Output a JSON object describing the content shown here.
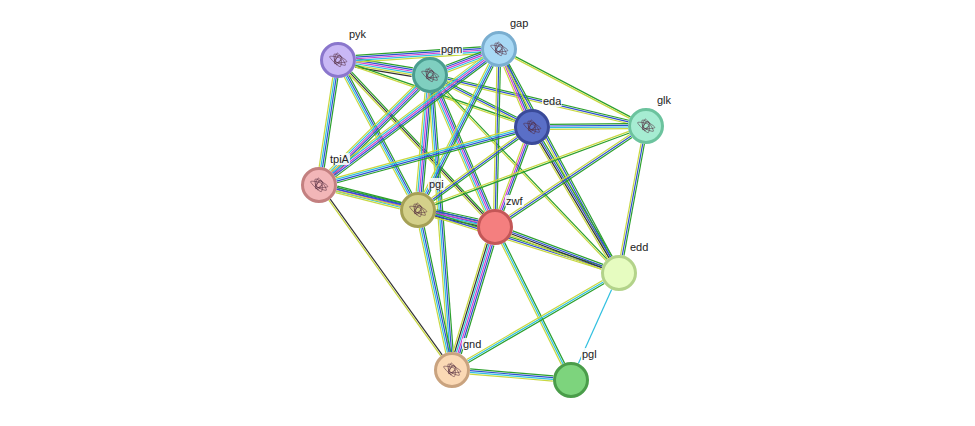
{
  "diagram": {
    "nodes": [
      {
        "text": [
          "gap"
        ]
      },
      {
        "text": [
          "pyk"
        ]
      },
      {
        "text": [
          "pgm"
        ]
      },
      {
        "text": [
          "eda"
        ]
      },
      {
        "text": [
          "glk"
        ]
      },
      {
        "text": [
          "tpiA"
        ]
      },
      {
        "text": [
          "pgi"
        ]
      },
      {
        "text": [
          "zwf"
        ]
      },
      {
        "text": [
          "edd"
        ]
      },
      {
        "text": [
          "gnd"
        ]
      },
      {
        "text": [
          "pgl"
        ]
      }
    ],
    "edges": [
      {
        "from": 1,
        "to": 2,
        "arrow": "none"
      },
      {
        "from": 1,
        "to": 0,
        "arrow": "none"
      },
      {
        "from": 1,
        "to": 5,
        "arrow": "none"
      },
      {
        "from": 1,
        "to": 6,
        "arrow": "none"
      },
      {
        "from": 1,
        "to": 7,
        "arrow": "none"
      },
      {
        "from": 1,
        "to": 3,
        "arrow": "none"
      },
      {
        "from": 2,
        "to": 0,
        "arrow": "none"
      },
      {
        "from": 2,
        "to": 5,
        "arrow": "none"
      },
      {
        "from": 2,
        "to": 6,
        "arrow": "none"
      },
      {
        "from": 2,
        "to": 7,
        "arrow": "none"
      },
      {
        "from": 2,
        "to": 9,
        "arrow": "none"
      },
      {
        "from": 2,
        "to": 3,
        "arrow": "none"
      },
      {
        "from": 2,
        "to": 4,
        "arrow": "none"
      },
      {
        "from": 2,
        "to": 8,
        "arrow": "none"
      },
      {
        "from": 0,
        "to": 5,
        "arrow": "none"
      },
      {
        "from": 0,
        "to": 6,
        "arrow": "none"
      },
      {
        "from": 0,
        "to": 7,
        "arrow": "none"
      },
      {
        "from": 0,
        "to": 3,
        "arrow": "none"
      },
      {
        "from": 0,
        "to": 8,
        "arrow": "none"
      },
      {
        "from": 0,
        "to": 4,
        "arrow": "none"
      },
      {
        "from": 3,
        "to": 4,
        "arrow": "none"
      },
      {
        "from": 3,
        "to": 5,
        "arrow": "none"
      },
      {
        "from": 3,
        "to": 6,
        "arrow": "none"
      },
      {
        "from": 3,
        "to": 7,
        "arrow": "none"
      },
      {
        "from": 3,
        "to": 8,
        "arrow": "none"
      },
      {
        "from": 4,
        "to": 6,
        "arrow": "none"
      },
      {
        "from": 4,
        "to": 7,
        "arrow": "none"
      },
      {
        "from": 4,
        "to": 8,
        "arrow": "none"
      },
      {
        "from": 5,
        "to": 6,
        "arrow": "none"
      },
      {
        "from": 5,
        "to": 7,
        "arrow": "none"
      },
      {
        "from": 5,
        "to": 9,
        "arrow": "none"
      },
      {
        "from": 6,
        "to": 7,
        "arrow": "none"
      },
      {
        "from": 6,
        "to": 9,
        "arrow": "none"
      },
      {
        "from": 6,
        "to": 8,
        "arrow": "none"
      },
      {
        "from": 7,
        "to": 8,
        "arrow": "none"
      },
      {
        "from": 7,
        "to": 9,
        "arrow": "none"
      },
      {
        "from": 7,
        "to": 10,
        "arrow": "none"
      },
      {
        "from": 8,
        "to": 9,
        "arrow": "none"
      },
      {
        "from": 8,
        "to": 10,
        "arrow": "none"
      },
      {
        "from": 9,
        "to": 10,
        "arrow": "none"
      }
    ]
  }
}
